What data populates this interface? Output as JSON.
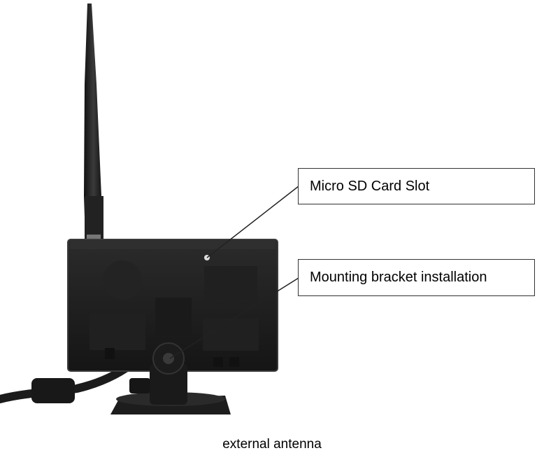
{
  "callouts": {
    "sd_card": "Micro SD Card Slot",
    "bracket": "Mounting bracket installation"
  },
  "caption": "external antenna",
  "colors": {
    "device_body": "#1c1c1c",
    "device_edge": "#2a2a2a",
    "antenna": "#1a1a1a",
    "leader_line": "#222222",
    "background": "#ffffff"
  },
  "icons": [
    "antenna-icon",
    "monitor-back-icon",
    "cable-icon",
    "mount-bracket-icon",
    "sd-slot-icon"
  ]
}
